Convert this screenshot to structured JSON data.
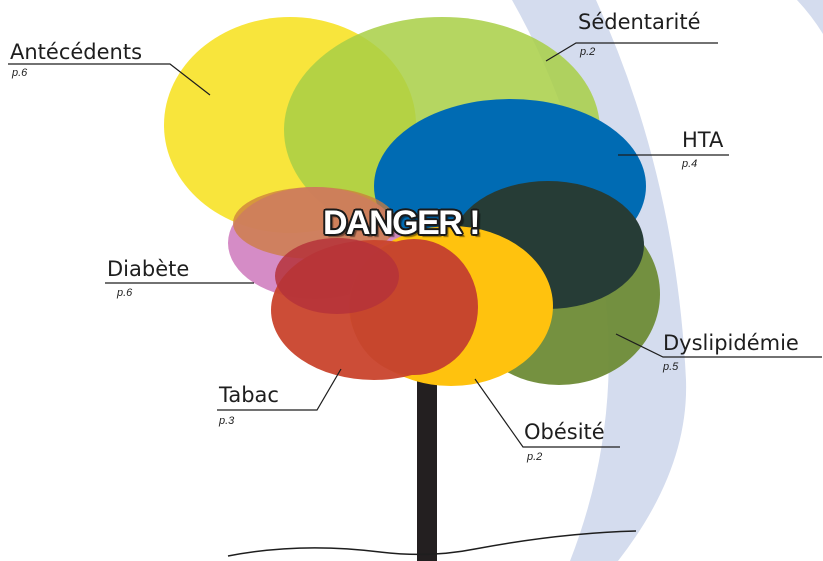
{
  "title": "DANGER !",
  "factors": [
    {
      "id": "antecedents",
      "label": "Antécédents",
      "page": "p.6",
      "color": "#f7e227"
    },
    {
      "id": "sedentarite",
      "label": "Sédentarité",
      "page": "p.2",
      "color": "#a8cf45"
    },
    {
      "id": "hta",
      "label": "HTA",
      "page": "p.4",
      "color": "#006bb3"
    },
    {
      "id": "dyslipidemie",
      "label": "Dyslipidémie",
      "page": "p.5",
      "color": "#6e8b36"
    },
    {
      "id": "diabete",
      "label": "Diabète",
      "page": "p.6",
      "color": "#d07fc0"
    },
    {
      "id": "tabac",
      "label": "Tabac",
      "page": "p.3",
      "color": "#c9432c"
    },
    {
      "id": "obesite",
      "label": "Obésité",
      "page": "p.2",
      "color": "#ffc20e"
    }
  ],
  "colors": {
    "trunk": "#231f20",
    "background_shape": "#d4dcee",
    "ground": "#1e1e1e",
    "label_text": "#1e1e1e"
  }
}
